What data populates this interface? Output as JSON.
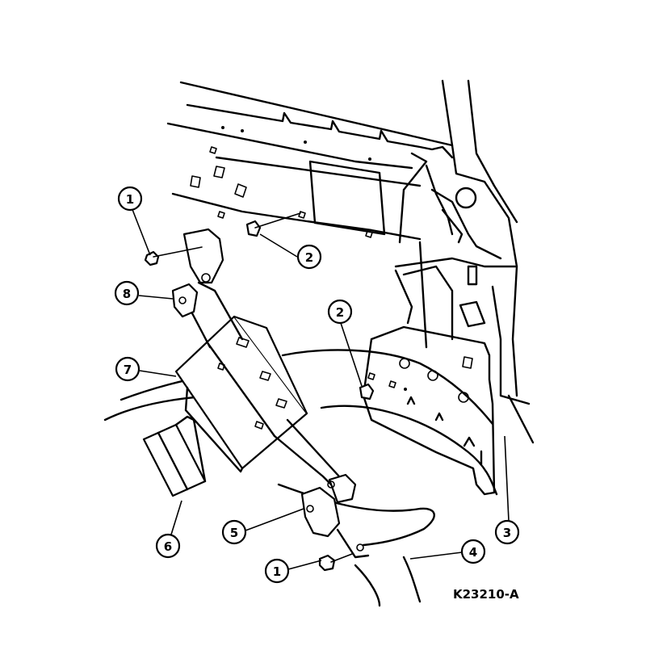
{
  "figure": {
    "code": "K23210-A"
  },
  "callouts": [
    {
      "id": "c1a",
      "label": "1"
    },
    {
      "id": "c2a",
      "label": "2"
    },
    {
      "id": "c8",
      "label": "8"
    },
    {
      "id": "c7",
      "label": "7"
    },
    {
      "id": "c2b",
      "label": "2"
    },
    {
      "id": "c6",
      "label": "6"
    },
    {
      "id": "c5",
      "label": "5"
    },
    {
      "id": "c1b",
      "label": "1"
    },
    {
      "id": "c4",
      "label": "4"
    },
    {
      "id": "c3",
      "label": "3"
    }
  ]
}
